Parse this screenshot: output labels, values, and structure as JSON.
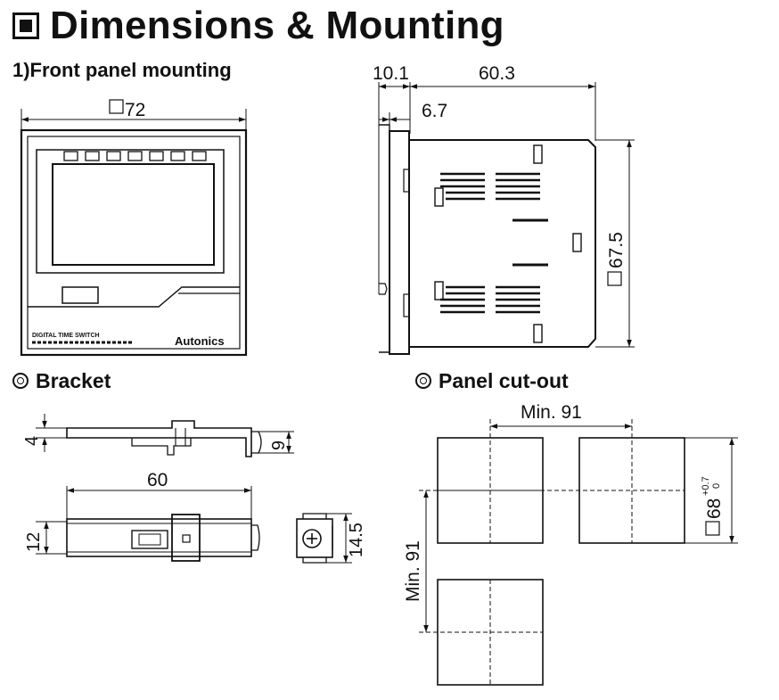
{
  "title": "Dimensions & Mounting",
  "sections": {
    "front_panel": "1)Front panel mounting",
    "bracket": "Bracket",
    "cutout": "Panel cut-out"
  },
  "front_view": {
    "width_dim": "72",
    "model_label": "DIGITAL TIME SWITCH",
    "brand": "Autonics"
  },
  "side_view": {
    "depth_front": "10.1",
    "depth_body": "60.3",
    "depth_step": "6.7",
    "height_dim": "67.5"
  },
  "bracket": {
    "thickness": "4",
    "clip_height": "9",
    "length": "60",
    "height": "12",
    "clip_width": "14.5"
  },
  "cutout": {
    "min_h": "Min. 91",
    "min_v": "Min. 91",
    "size": "68",
    "tol_plus": "+0.7",
    "tol_minus": "0"
  },
  "colors": {
    "line": "#111111",
    "background": "#ffffff"
  }
}
